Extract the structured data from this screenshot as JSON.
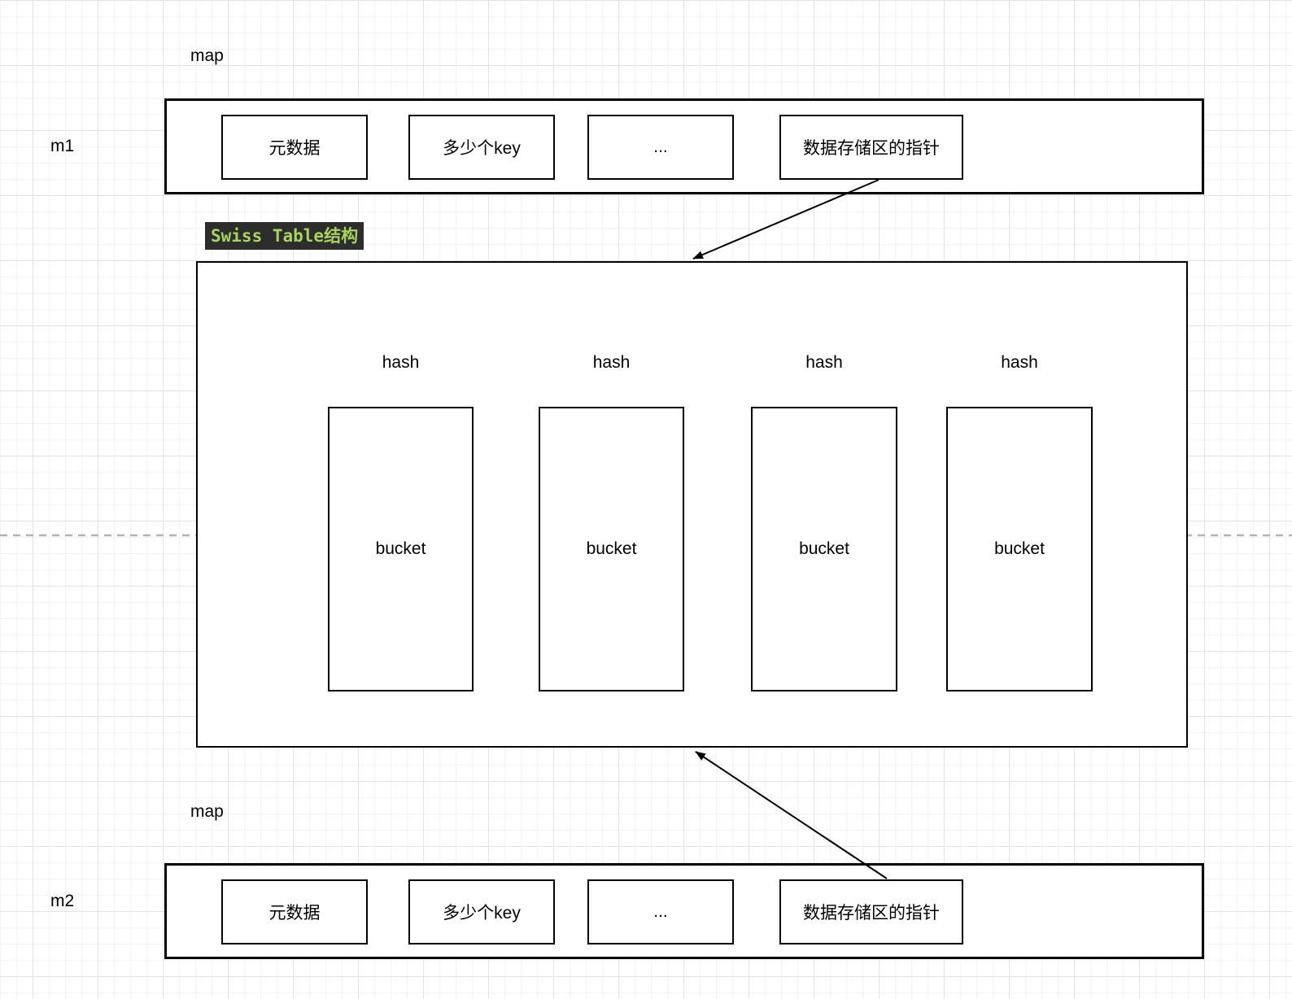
{
  "diagram": {
    "maps": [
      {
        "group_label": "map",
        "name_label": "m1",
        "fields": [
          "元数据",
          "多少个key",
          "...",
          "数据存储区的指针"
        ]
      },
      {
        "group_label": "map",
        "name_label": "m2",
        "fields": [
          "元数据",
          "多少个key",
          "...",
          "数据存储区的指针"
        ]
      }
    ],
    "swiss_table": {
      "title": "Swiss Table结构",
      "columns": [
        {
          "hash_label": "hash",
          "bucket_label": "bucket"
        },
        {
          "hash_label": "hash",
          "bucket_label": "bucket"
        },
        {
          "hash_label": "hash",
          "bucket_label": "bucket"
        },
        {
          "hash_label": "hash",
          "bucket_label": "bucket"
        }
      ]
    },
    "colors": {
      "title_bg": "#2d2d2d",
      "title_fg": "#a9d35e",
      "shape_stroke": "#000000",
      "dashed_line": "#b3b3b3",
      "grid_minor": "#f4f4f4",
      "grid_major": "#e3e3e3"
    }
  }
}
